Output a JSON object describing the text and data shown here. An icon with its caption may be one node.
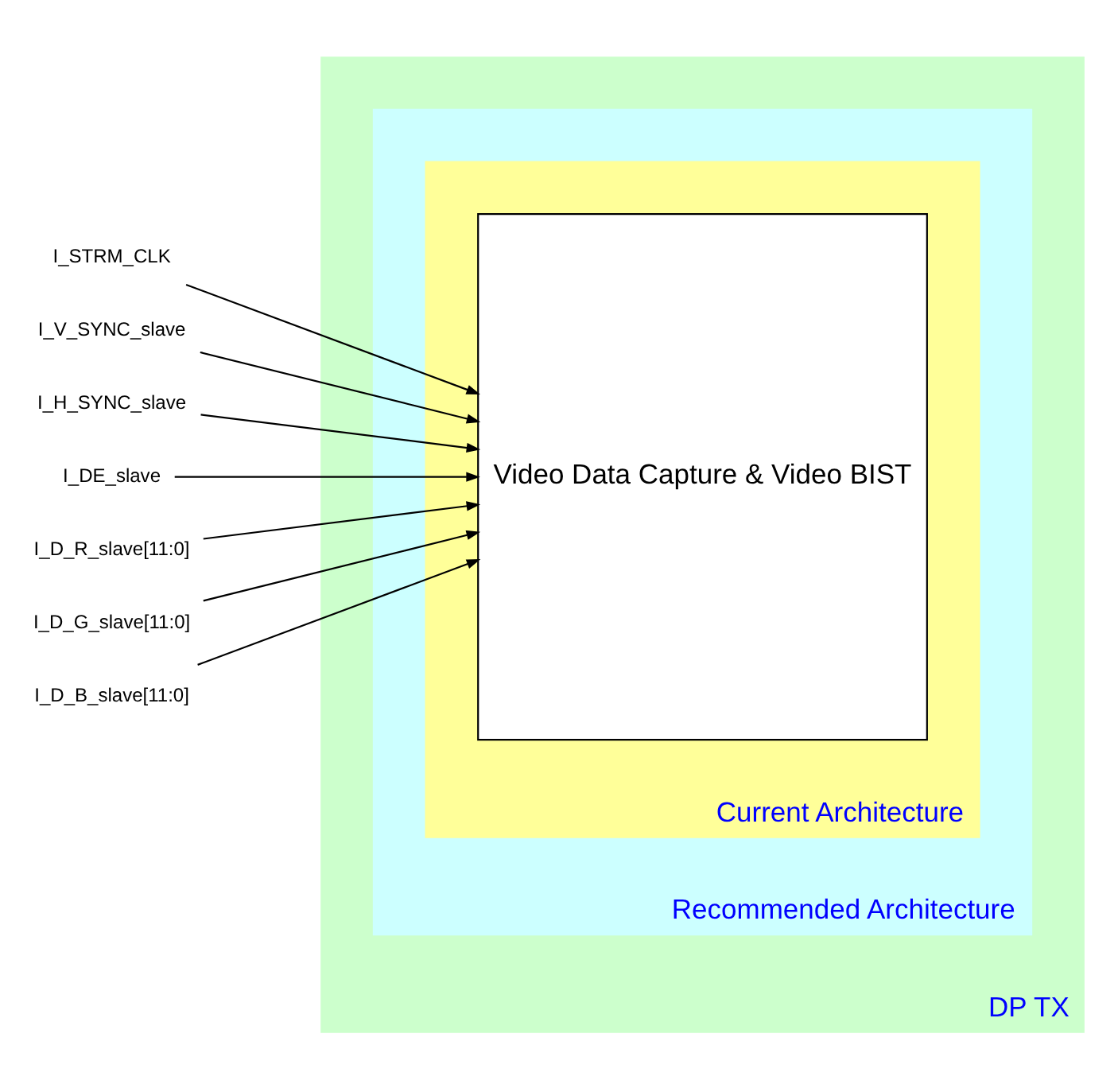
{
  "diagram": {
    "nodes": [
      {
        "text": [
          "DP TX"
        ]
      },
      {
        "text": [
          "Recommended Architecture"
        ],
        "in": 0
      },
      {
        "text": [
          "Current Architecture"
        ],
        "in": 1
      },
      {
        "text": [
          "Video Data Capture & Video BIST"
        ],
        "in": 2
      },
      {
        "text": [
          "I_STRM_CLK"
        ]
      },
      {
        "text": [
          "I_V_SYNC_slave"
        ]
      },
      {
        "text": [
          "I_H_SYNC_slave"
        ]
      },
      {
        "text": [
          "I_DE_slave"
        ]
      },
      {
        "text": [
          "I_D_R_slave[11:0]"
        ]
      },
      {
        "text": [
          "I_D_G_slave[11:0]"
        ]
      },
      {
        "text": [
          "I_D_B_slave[11:0]"
        ]
      }
    ],
    "edges": [
      {
        "from": 4,
        "to": 3,
        "arrow": "to"
      },
      {
        "from": 5,
        "to": 3,
        "arrow": "to"
      },
      {
        "from": 6,
        "to": 3,
        "arrow": "to"
      },
      {
        "from": 7,
        "to": 3,
        "arrow": "to"
      },
      {
        "from": 8,
        "to": 3,
        "arrow": "to"
      },
      {
        "from": 9,
        "to": 3,
        "arrow": "to"
      },
      {
        "from": 10,
        "to": 3,
        "arrow": "to"
      }
    ]
  }
}
